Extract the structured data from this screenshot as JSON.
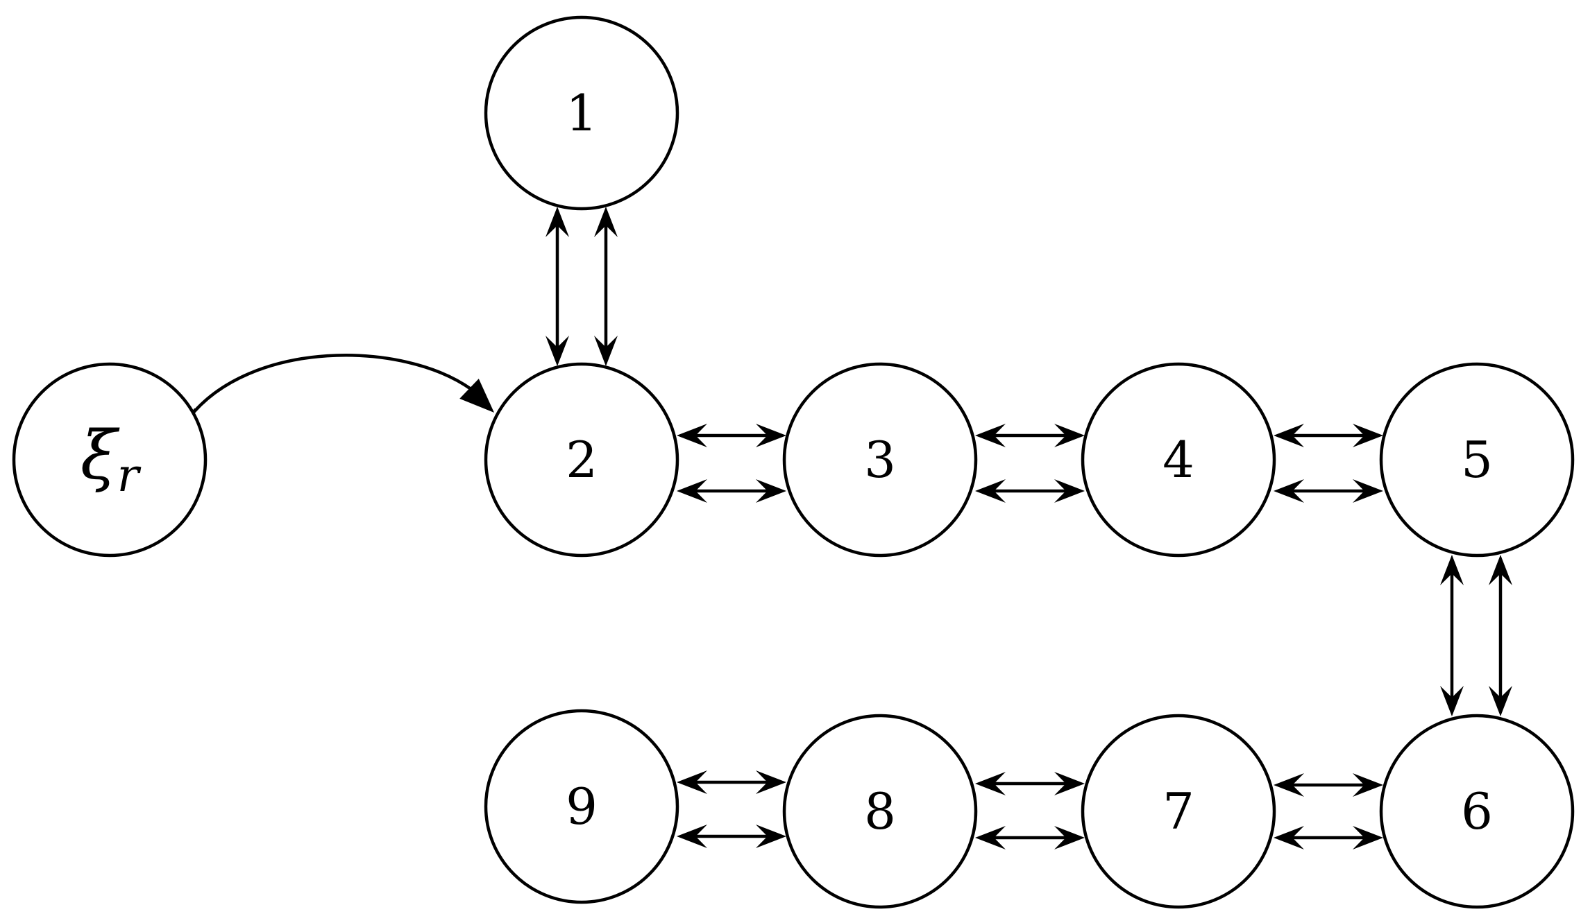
{
  "reference_node": {
    "symbol": "ξ",
    "subscript": "r"
  },
  "agent_nodes": [
    {
      "id": "1",
      "label": "1"
    },
    {
      "id": "2",
      "label": "2"
    },
    {
      "id": "3",
      "label": "3"
    },
    {
      "id": "4",
      "label": "4"
    },
    {
      "id": "5",
      "label": "5"
    },
    {
      "id": "6",
      "label": "6"
    },
    {
      "id": "7",
      "label": "7"
    },
    {
      "id": "8",
      "label": "8"
    },
    {
      "id": "9",
      "label": "9"
    }
  ],
  "directed_edges": [
    {
      "from": "ξr",
      "to": "2"
    }
  ],
  "bidirectional_edge_pairs": [
    {
      "a": "1",
      "b": "2",
      "count": 2
    },
    {
      "a": "2",
      "b": "3",
      "count": 2
    },
    {
      "a": "3",
      "b": "4",
      "count": 2
    },
    {
      "a": "4",
      "b": "5",
      "count": 2
    },
    {
      "a": "5",
      "b": "6",
      "count": 2
    },
    {
      "a": "6",
      "b": "7",
      "count": 2
    },
    {
      "a": "7",
      "b": "8",
      "count": 2
    },
    {
      "a": "8",
      "b": "9",
      "count": 2
    }
  ],
  "colors": {
    "stroke": "#000000",
    "background": "#ffffff"
  }
}
